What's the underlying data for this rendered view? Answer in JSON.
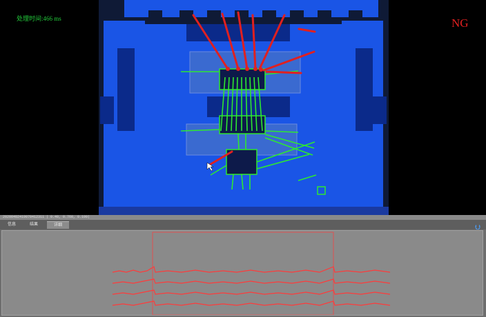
{
  "viewer": {
    "time_label": "处理时间:466 ms",
    "verdict": "NG",
    "colors": {
      "frame_blue": "#1a55e6",
      "dark_blue": "#0b2a8a",
      "defect_red": "#e02020",
      "measure_green": "#2ee830",
      "verdict_red": "#e02020"
    }
  },
  "panel": {
    "info_text": "20200402419070412311 | 0.40, 0.760, 0.100|",
    "tabs": [
      {
        "label": "信息",
        "active": false
      },
      {
        "label": "结果",
        "active": false
      },
      {
        "label": "详细",
        "active": true
      }
    ],
    "collapse_icon": "double-chevron-down-icon"
  }
}
